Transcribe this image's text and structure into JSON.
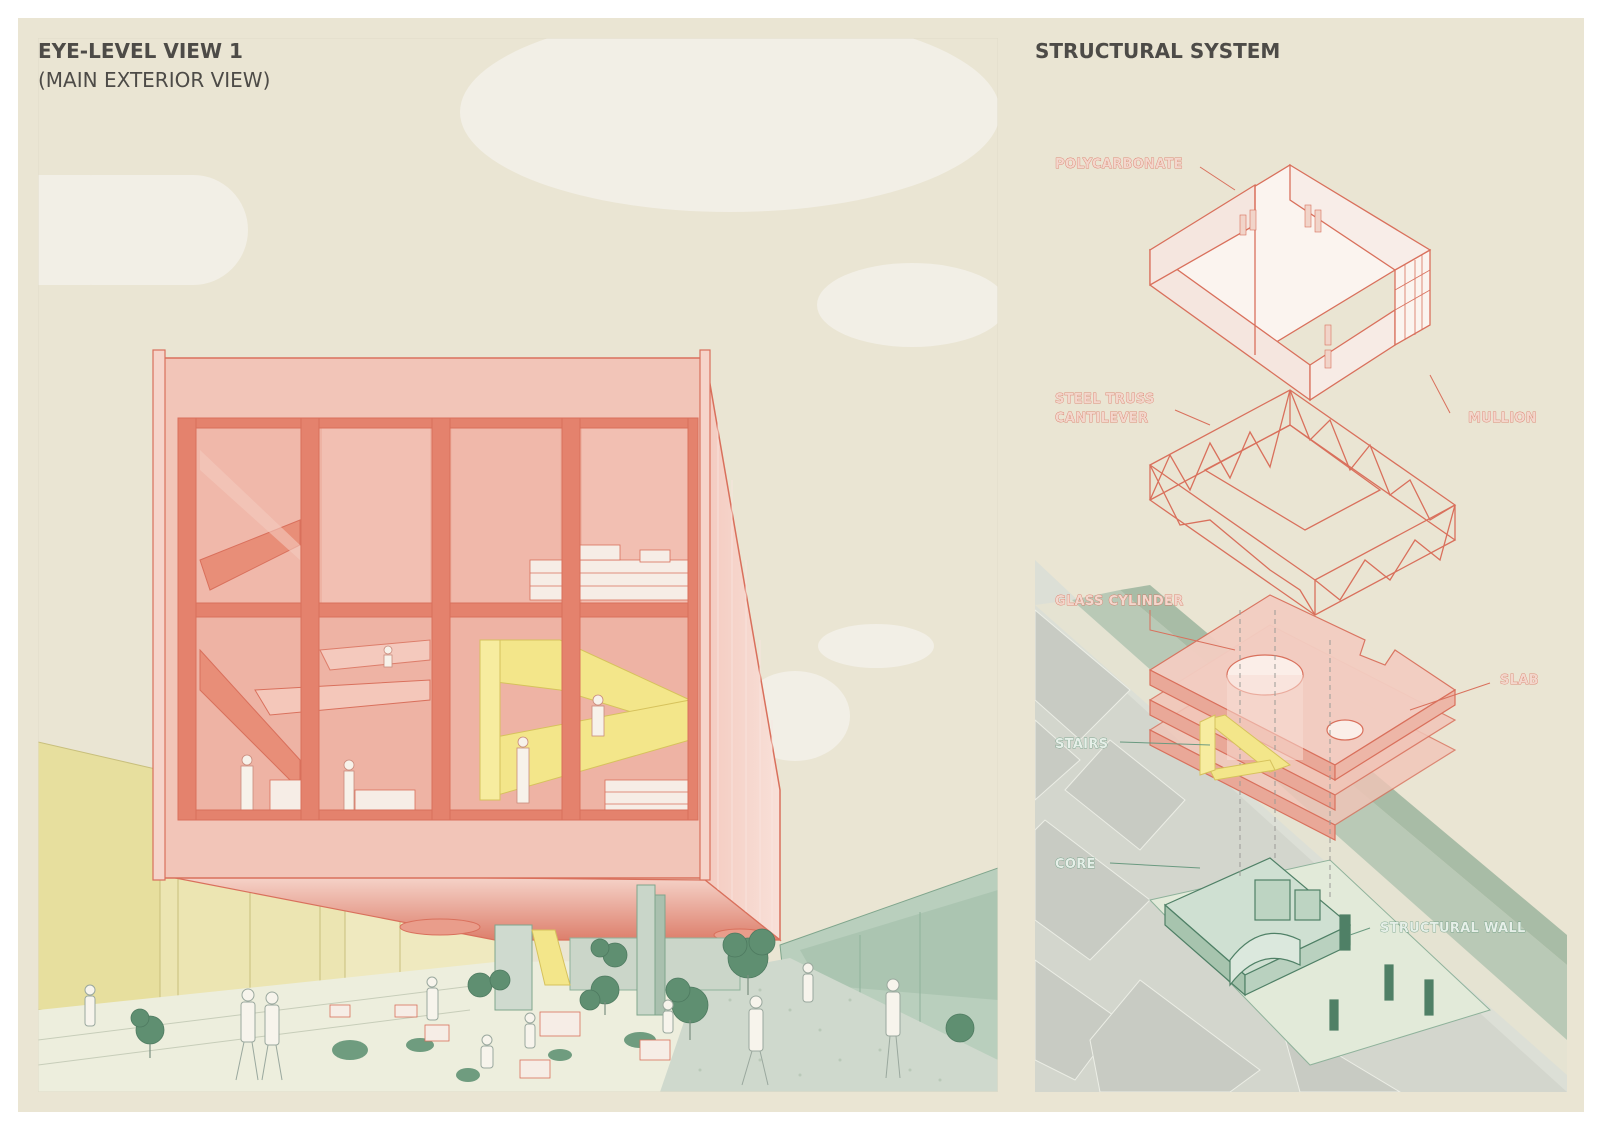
{
  "left_panel": {
    "title": "EYE-LEVEL VIEW 1",
    "subtitle": "(MAIN EXTERIOR VIEW)"
  },
  "right_panel": {
    "title": "STRUCTURAL SYSTEM",
    "labels": {
      "polycarbonate": "POLYCARBONATE",
      "steel_truss_line1": "STEEL TRUSS",
      "steel_truss_line2": "CANTILEVER",
      "mullion": "MULLION",
      "glass_cylinder": "GLASS CYLINDER",
      "slab": "SLAB",
      "stairs": "STAIRS",
      "core": "CORE",
      "structural_wall": "STRUCTURAL WALL"
    }
  },
  "colors": {
    "paper": "#eae5d3",
    "coral": "#d9705c",
    "pink": "#f2c5b8",
    "yellow": "#f3e68a",
    "green": "#7fa58c",
    "grey": "#cfd2cb"
  }
}
